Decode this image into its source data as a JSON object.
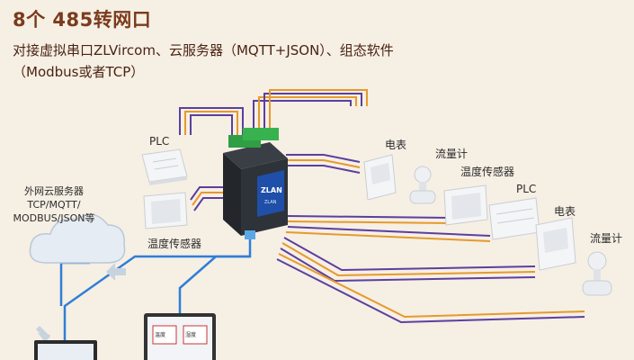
{
  "header": {
    "title": "8个 485转网口",
    "subtitle_line1": "对接虚拟串口ZLVircom、云服务器（MQTT+JSON）、组态软件",
    "subtitle_line2": "（Modbus或者TCP）"
  },
  "cloud": {
    "line1": "外网云服务器",
    "line2": "TCP/MQTT/",
    "line3": "MODBUS/JSON等"
  },
  "device": {
    "brand": "ZLAN",
    "model": "ZLAN"
  },
  "devices_left": {
    "plc": "PLC",
    "temp_sensor": "温度传感器"
  },
  "devices_right": {
    "meter_1": "电表",
    "flowmeter_1": "流量计",
    "temp_sensor": "温度传感器",
    "plc": "PLC",
    "meter_2": "电表",
    "flowmeter_2": "流量计"
  },
  "monitor": {
    "panel_label_1": "温度",
    "panel_label_2": "湿度"
  },
  "colors": {
    "title": "#7a3b1d",
    "wire_purple": "#5b3fa0",
    "wire_orange": "#e59a2e",
    "wire_blue": "#2f7fd6",
    "background": "#f6efe4"
  }
}
